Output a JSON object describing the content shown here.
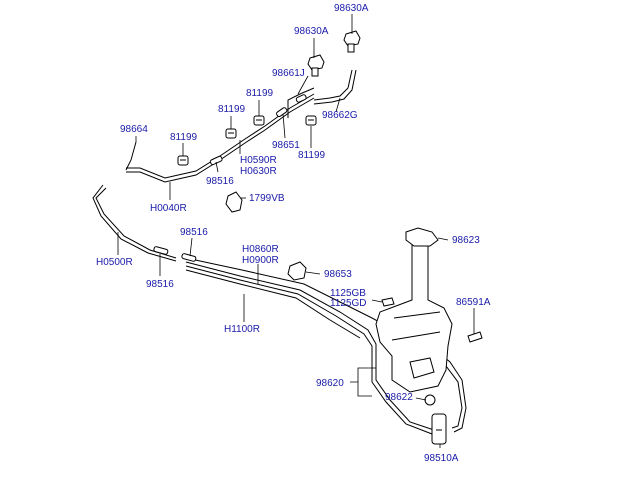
{
  "diagram": {
    "title": "",
    "labels": [
      {
        "id": "l1",
        "text": "98630A"
      },
      {
        "id": "l2",
        "text": "98630A"
      },
      {
        "id": "l3",
        "text": "98661J"
      },
      {
        "id": "l4",
        "text": "81199"
      },
      {
        "id": "l5",
        "text": "81199"
      },
      {
        "id": "l6",
        "text": "98662G"
      },
      {
        "id": "l7",
        "text": "98664"
      },
      {
        "id": "l8",
        "text": "81199"
      },
      {
        "id": "l9",
        "text": "98651"
      },
      {
        "id": "l10",
        "text": "81199"
      },
      {
        "id": "l11",
        "text": "H0590R"
      },
      {
        "id": "l12",
        "text": "H0630R"
      },
      {
        "id": "l13",
        "text": "98516"
      },
      {
        "id": "l14",
        "text": "H0040R"
      },
      {
        "id": "l15",
        "text": "1799VB"
      },
      {
        "id": "l16",
        "text": "98516"
      },
      {
        "id": "l17",
        "text": "H0860R"
      },
      {
        "id": "l18",
        "text": "H0900R"
      },
      {
        "id": "l19",
        "text": "98623"
      },
      {
        "id": "l20",
        "text": "H0500R"
      },
      {
        "id": "l21",
        "text": "98653"
      },
      {
        "id": "l22",
        "text": "98516"
      },
      {
        "id": "l23",
        "text": "1125GB"
      },
      {
        "id": "l24",
        "text": "1125GD"
      },
      {
        "id": "l25",
        "text": "86591A"
      },
      {
        "id": "l26",
        "text": "H1100R"
      },
      {
        "id": "l27",
        "text": "98620"
      },
      {
        "id": "l28",
        "text": "98622"
      },
      {
        "id": "l29",
        "text": "98510A"
      }
    ]
  }
}
